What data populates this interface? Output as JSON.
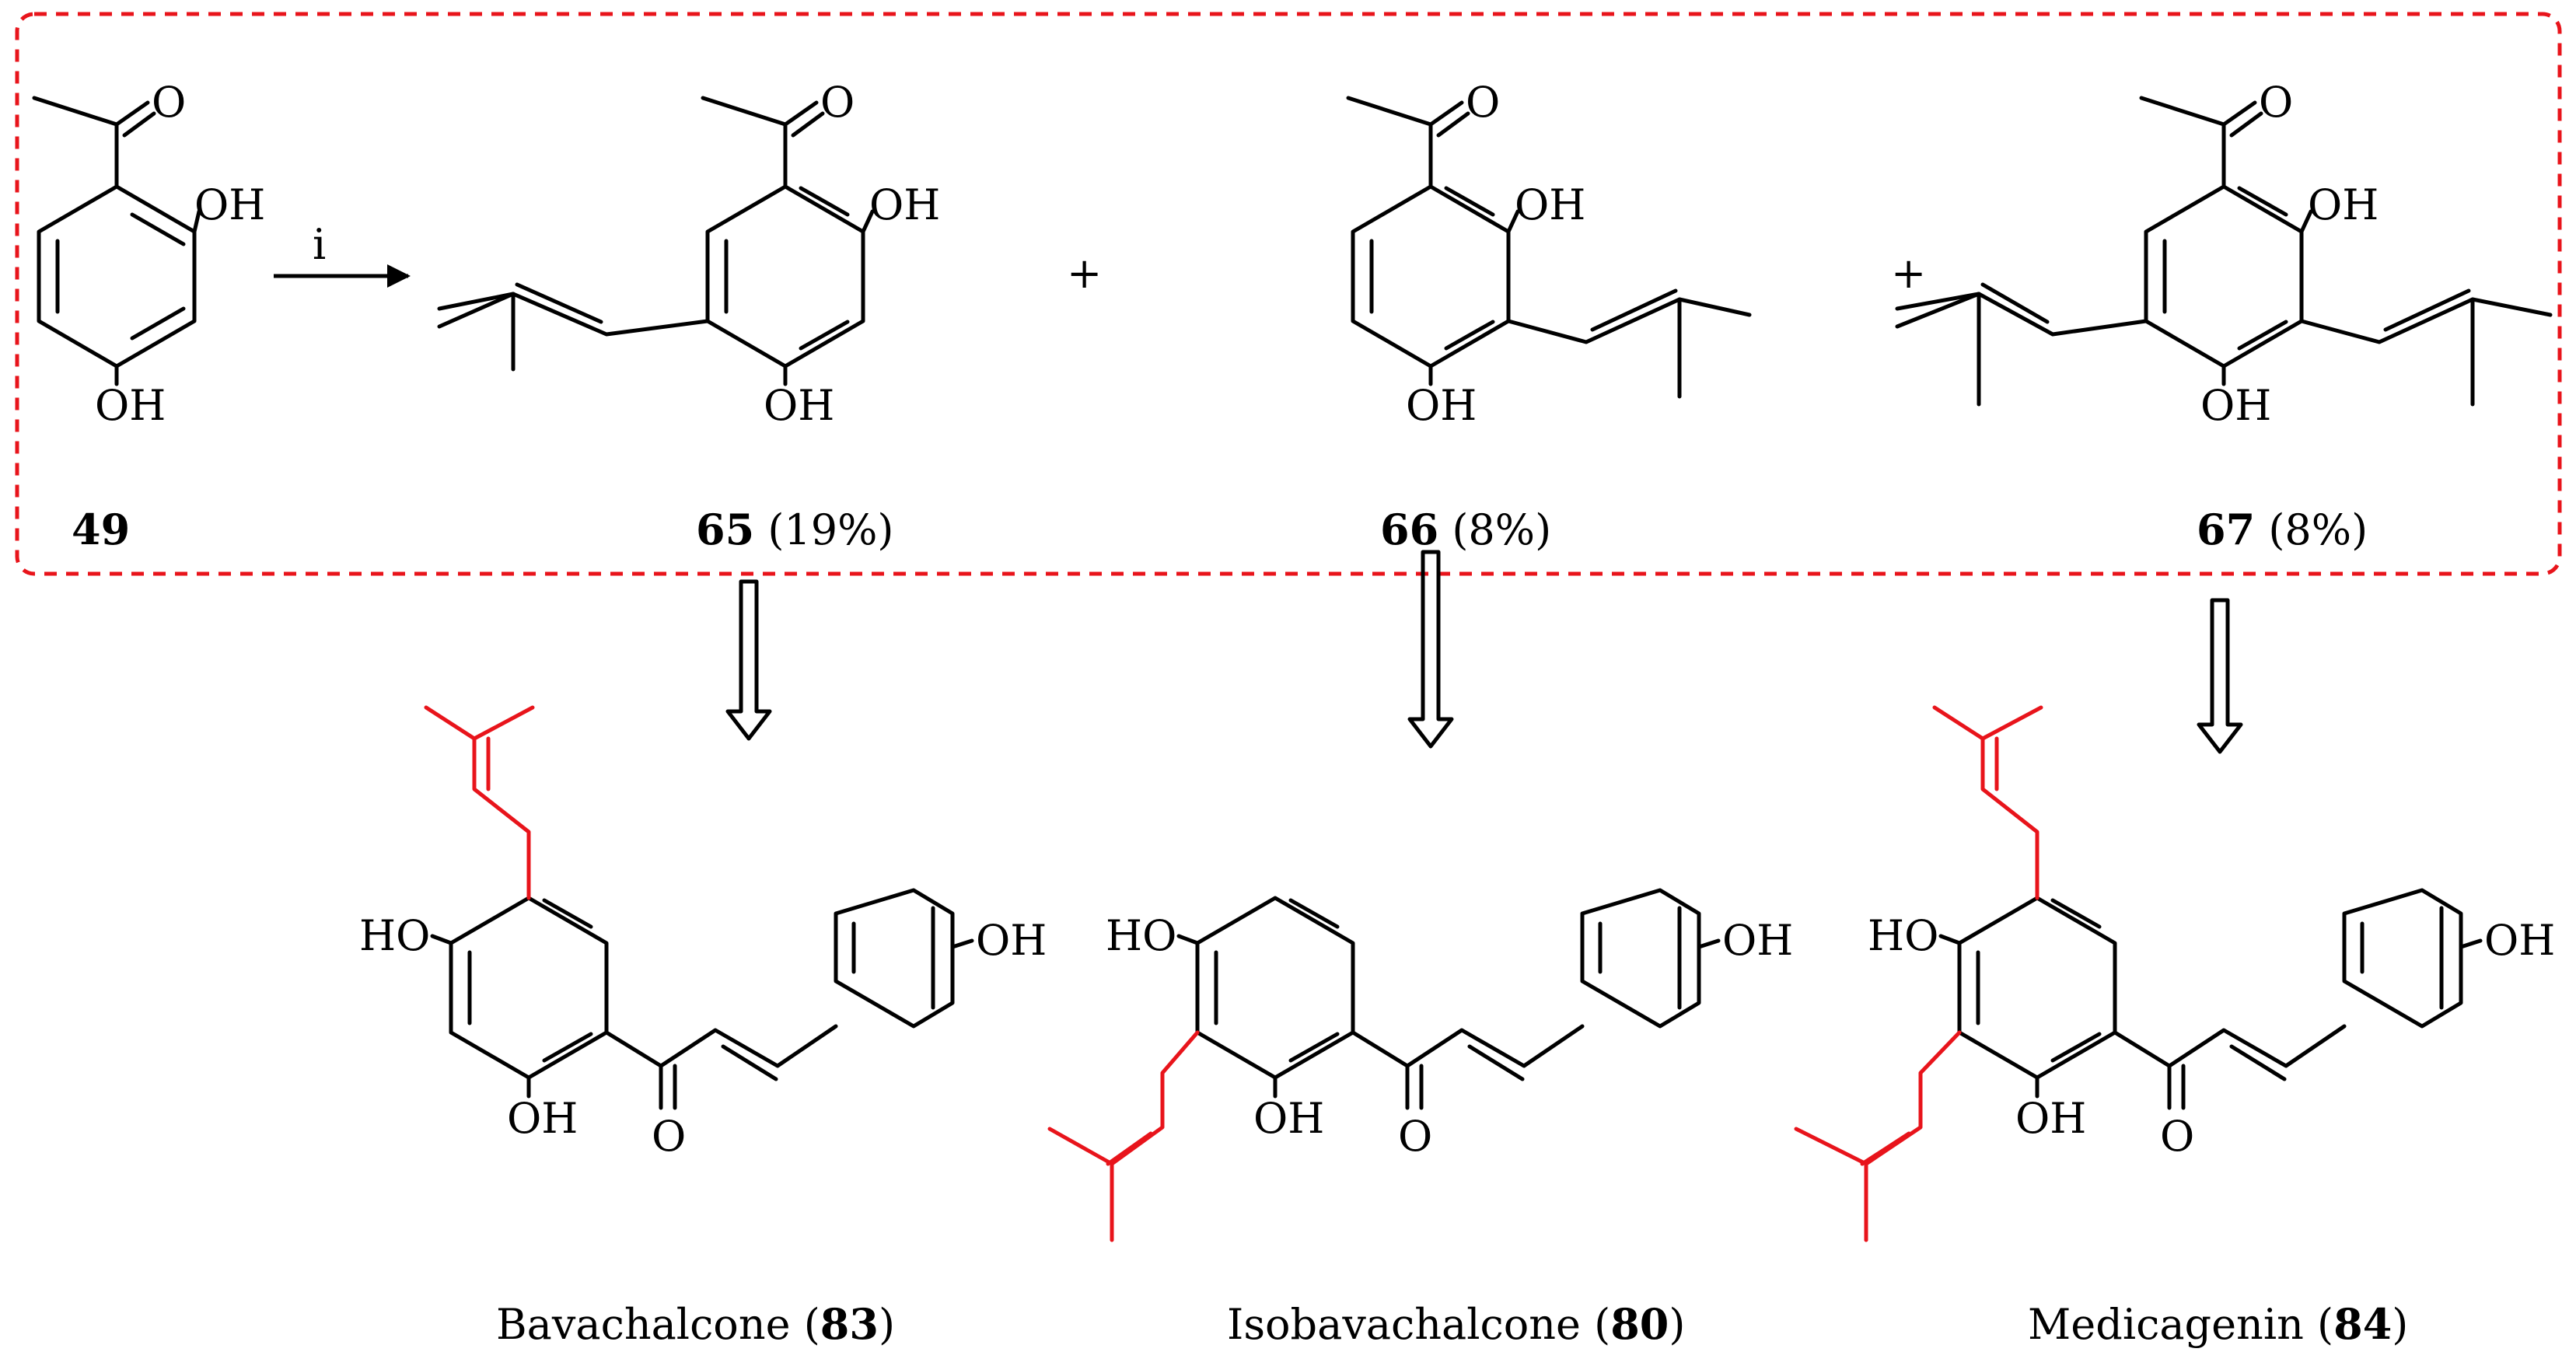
{
  "colors": {
    "prenyl_highlight": "#e8141b",
    "dashed_box": "#e8141b",
    "ink": "#000000"
  },
  "reaction": {
    "reagent_label": "i",
    "plus_sign": "+",
    "start_material": {
      "number": "49"
    },
    "products": [
      {
        "number": "65",
        "yield": "(19%)"
      },
      {
        "number": "66",
        "yield": "(8%)"
      },
      {
        "number": "67",
        "yield": "(8%)"
      }
    ]
  },
  "atoms": {
    "oxygen": "O",
    "hydroxyl": "OH",
    "hydroxyl_left": "HO"
  },
  "natural_products": [
    {
      "name": "Bavachalcone",
      "number": "83",
      "open": " (",
      "close": ")"
    },
    {
      "name": "Isobavachalcone",
      "number": "80",
      "open": " (",
      "close": ")"
    },
    {
      "name": "Medicagenin",
      "number": "84",
      "open": " (",
      "close": ")"
    }
  ]
}
